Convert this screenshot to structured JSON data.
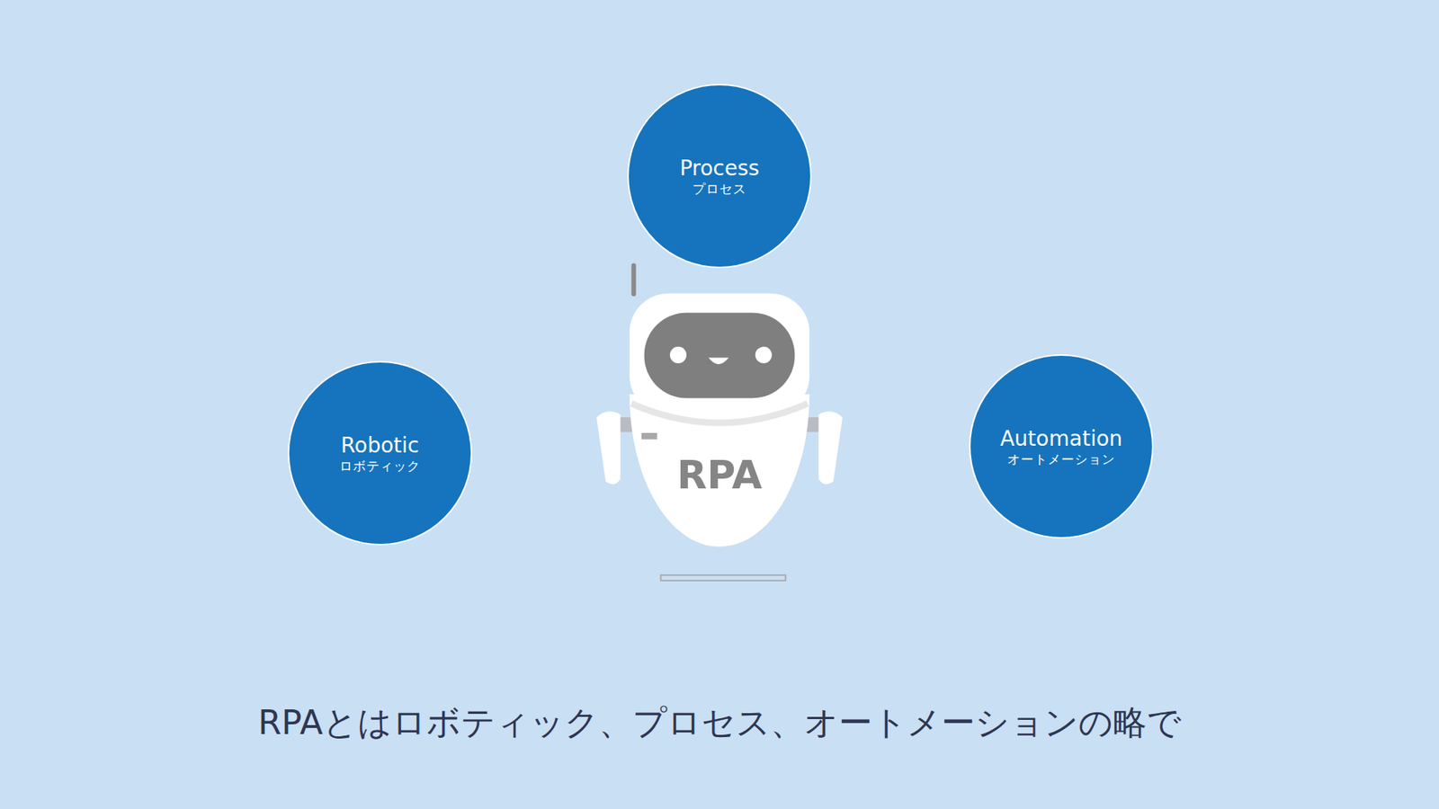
{
  "diagram": {
    "caption": "RPAとはロボティック、プロセス、オートメーションの略で",
    "nodes": [
      {
        "text": [
          "Process",
          "プロセス"
        ]
      },
      {
        "text": [
          "Robotic",
          "ロボティック"
        ]
      },
      {
        "text": [
          "Automation",
          "オートメーション"
        ]
      }
    ],
    "labels": [
      "RPA"
    ]
  }
}
